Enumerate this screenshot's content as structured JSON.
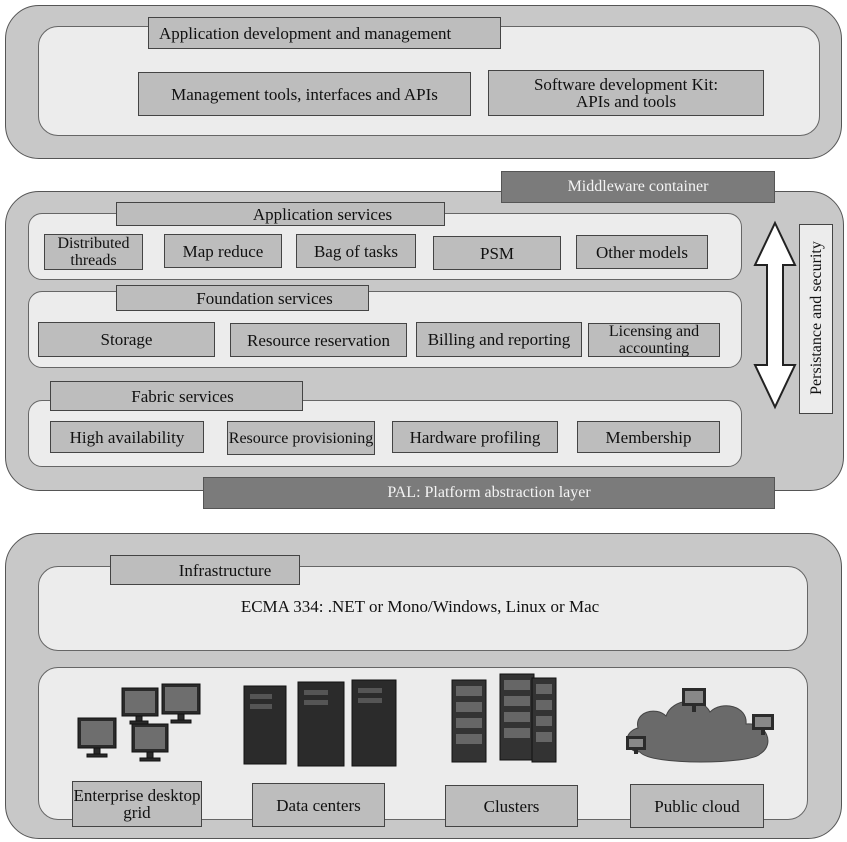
{
  "top": {
    "header": "Application development and management",
    "mgmt": "Management tools, interfaces and APIs",
    "sdk_line1": "Software development Kit:",
    "sdk_line2": "APIs and tools"
  },
  "middleware": {
    "container": "Middleware container",
    "app_services": {
      "header": "Application services",
      "items": [
        "Distributed threads",
        "Map reduce",
        "Bag of tasks",
        "PSM",
        "Other models"
      ]
    },
    "foundation": {
      "header": "Foundation services",
      "items": [
        "Storage",
        "Resource reservation",
        "Billing and reporting",
        "Licensing and accounting"
      ]
    },
    "fabric": {
      "header": "Fabric services",
      "items": [
        "High availability",
        "Resource provisioning",
        "Hardware profiling",
        "Membership"
      ]
    },
    "pal": "PAL: Platform abstraction layer",
    "persistance": "Persistance and security"
  },
  "infrastructure": {
    "header": "Infrastructure",
    "ecma": "ECMA 334: .NET or Mono/Windows, Linux or Mac",
    "resources": [
      {
        "label": "Enterprise desktop grid",
        "icon": "desktop-grid-icon"
      },
      {
        "label": "Data centers",
        "icon": "server-tower-icon"
      },
      {
        "label": "Clusters",
        "icon": "server-rack-icon"
      },
      {
        "label": "Public cloud",
        "icon": "cloud-icon"
      }
    ]
  }
}
